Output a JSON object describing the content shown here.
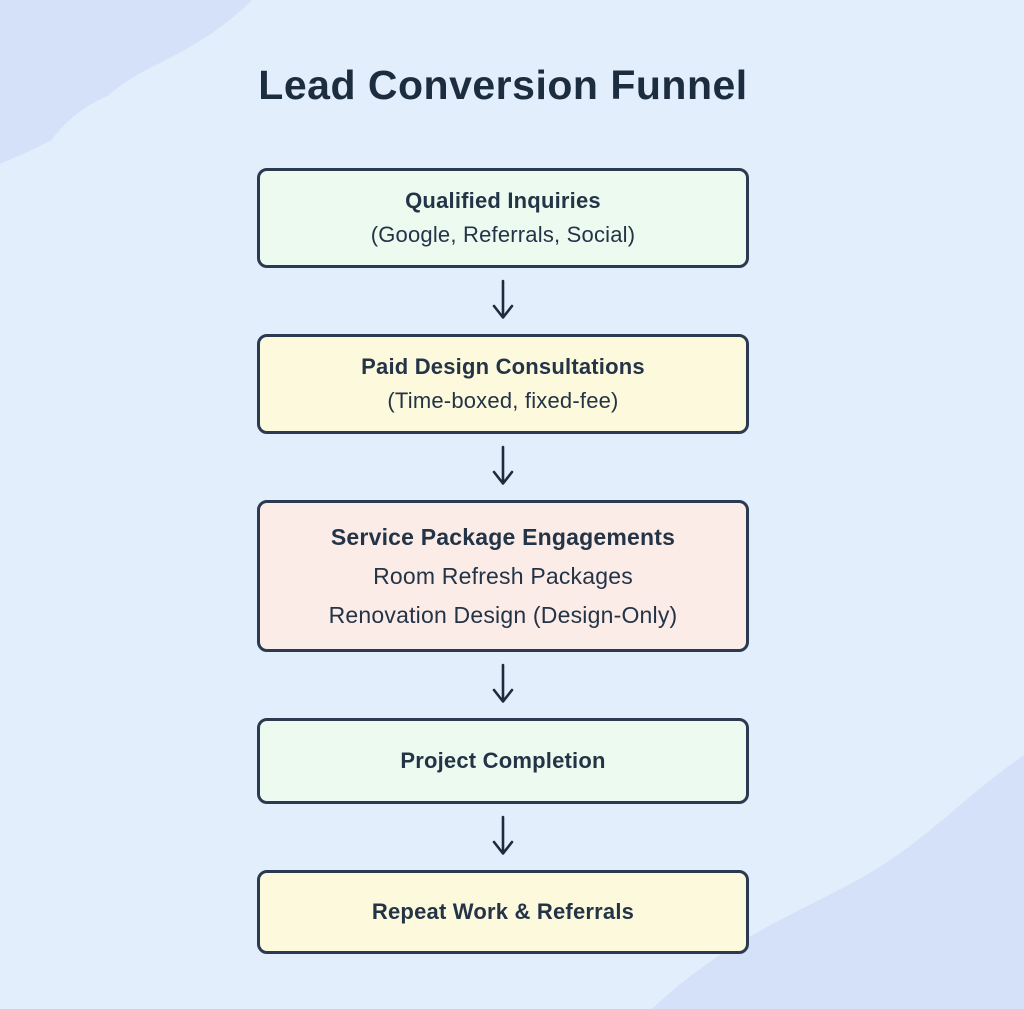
{
  "title": "Lead Conversion Funnel",
  "colors": {
    "background": "#e3eefd",
    "blob": "#d5e1f8",
    "border": "#2b3a50",
    "text": "#243447",
    "title_text": "#1d2d40",
    "arrow": "#1e2b3b",
    "box_fills": {
      "green": "#ecfaf0",
      "yellow": "#fdf9dd",
      "pink": "#fbece8"
    }
  },
  "funnel": {
    "arrow_icon": "down-arrow",
    "boxes": [
      {
        "id": "qualified-inquiries",
        "fill": "green",
        "lines": [
          {
            "text": "Qualified Inquiries",
            "style": "bold"
          },
          {
            "text": "(Google, Referrals, Social)",
            "style": "regular"
          }
        ]
      },
      {
        "id": "paid-design-consultations",
        "fill": "yellow",
        "lines": [
          {
            "text": "Paid Design Consultations",
            "style": "bold"
          },
          {
            "text": "(Time-boxed, fixed-fee)",
            "style": "regular"
          }
        ]
      },
      {
        "id": "service-package-engagements",
        "fill": "pink",
        "lines": [
          {
            "text": "Service Package Engagements",
            "style": "bold"
          },
          {
            "text": "Room Refresh Packages",
            "style": "regular"
          },
          {
            "text": "Renovation Design (Design-Only)",
            "style": "regular"
          }
        ]
      },
      {
        "id": "project-completion",
        "fill": "green",
        "lines": [
          {
            "text": "Project Completion",
            "style": "semibold"
          }
        ]
      },
      {
        "id": "repeat-work-referrals",
        "fill": "yellow",
        "lines": [
          {
            "text": "Repeat Work & Referrals",
            "style": "semibold"
          }
        ]
      }
    ]
  }
}
